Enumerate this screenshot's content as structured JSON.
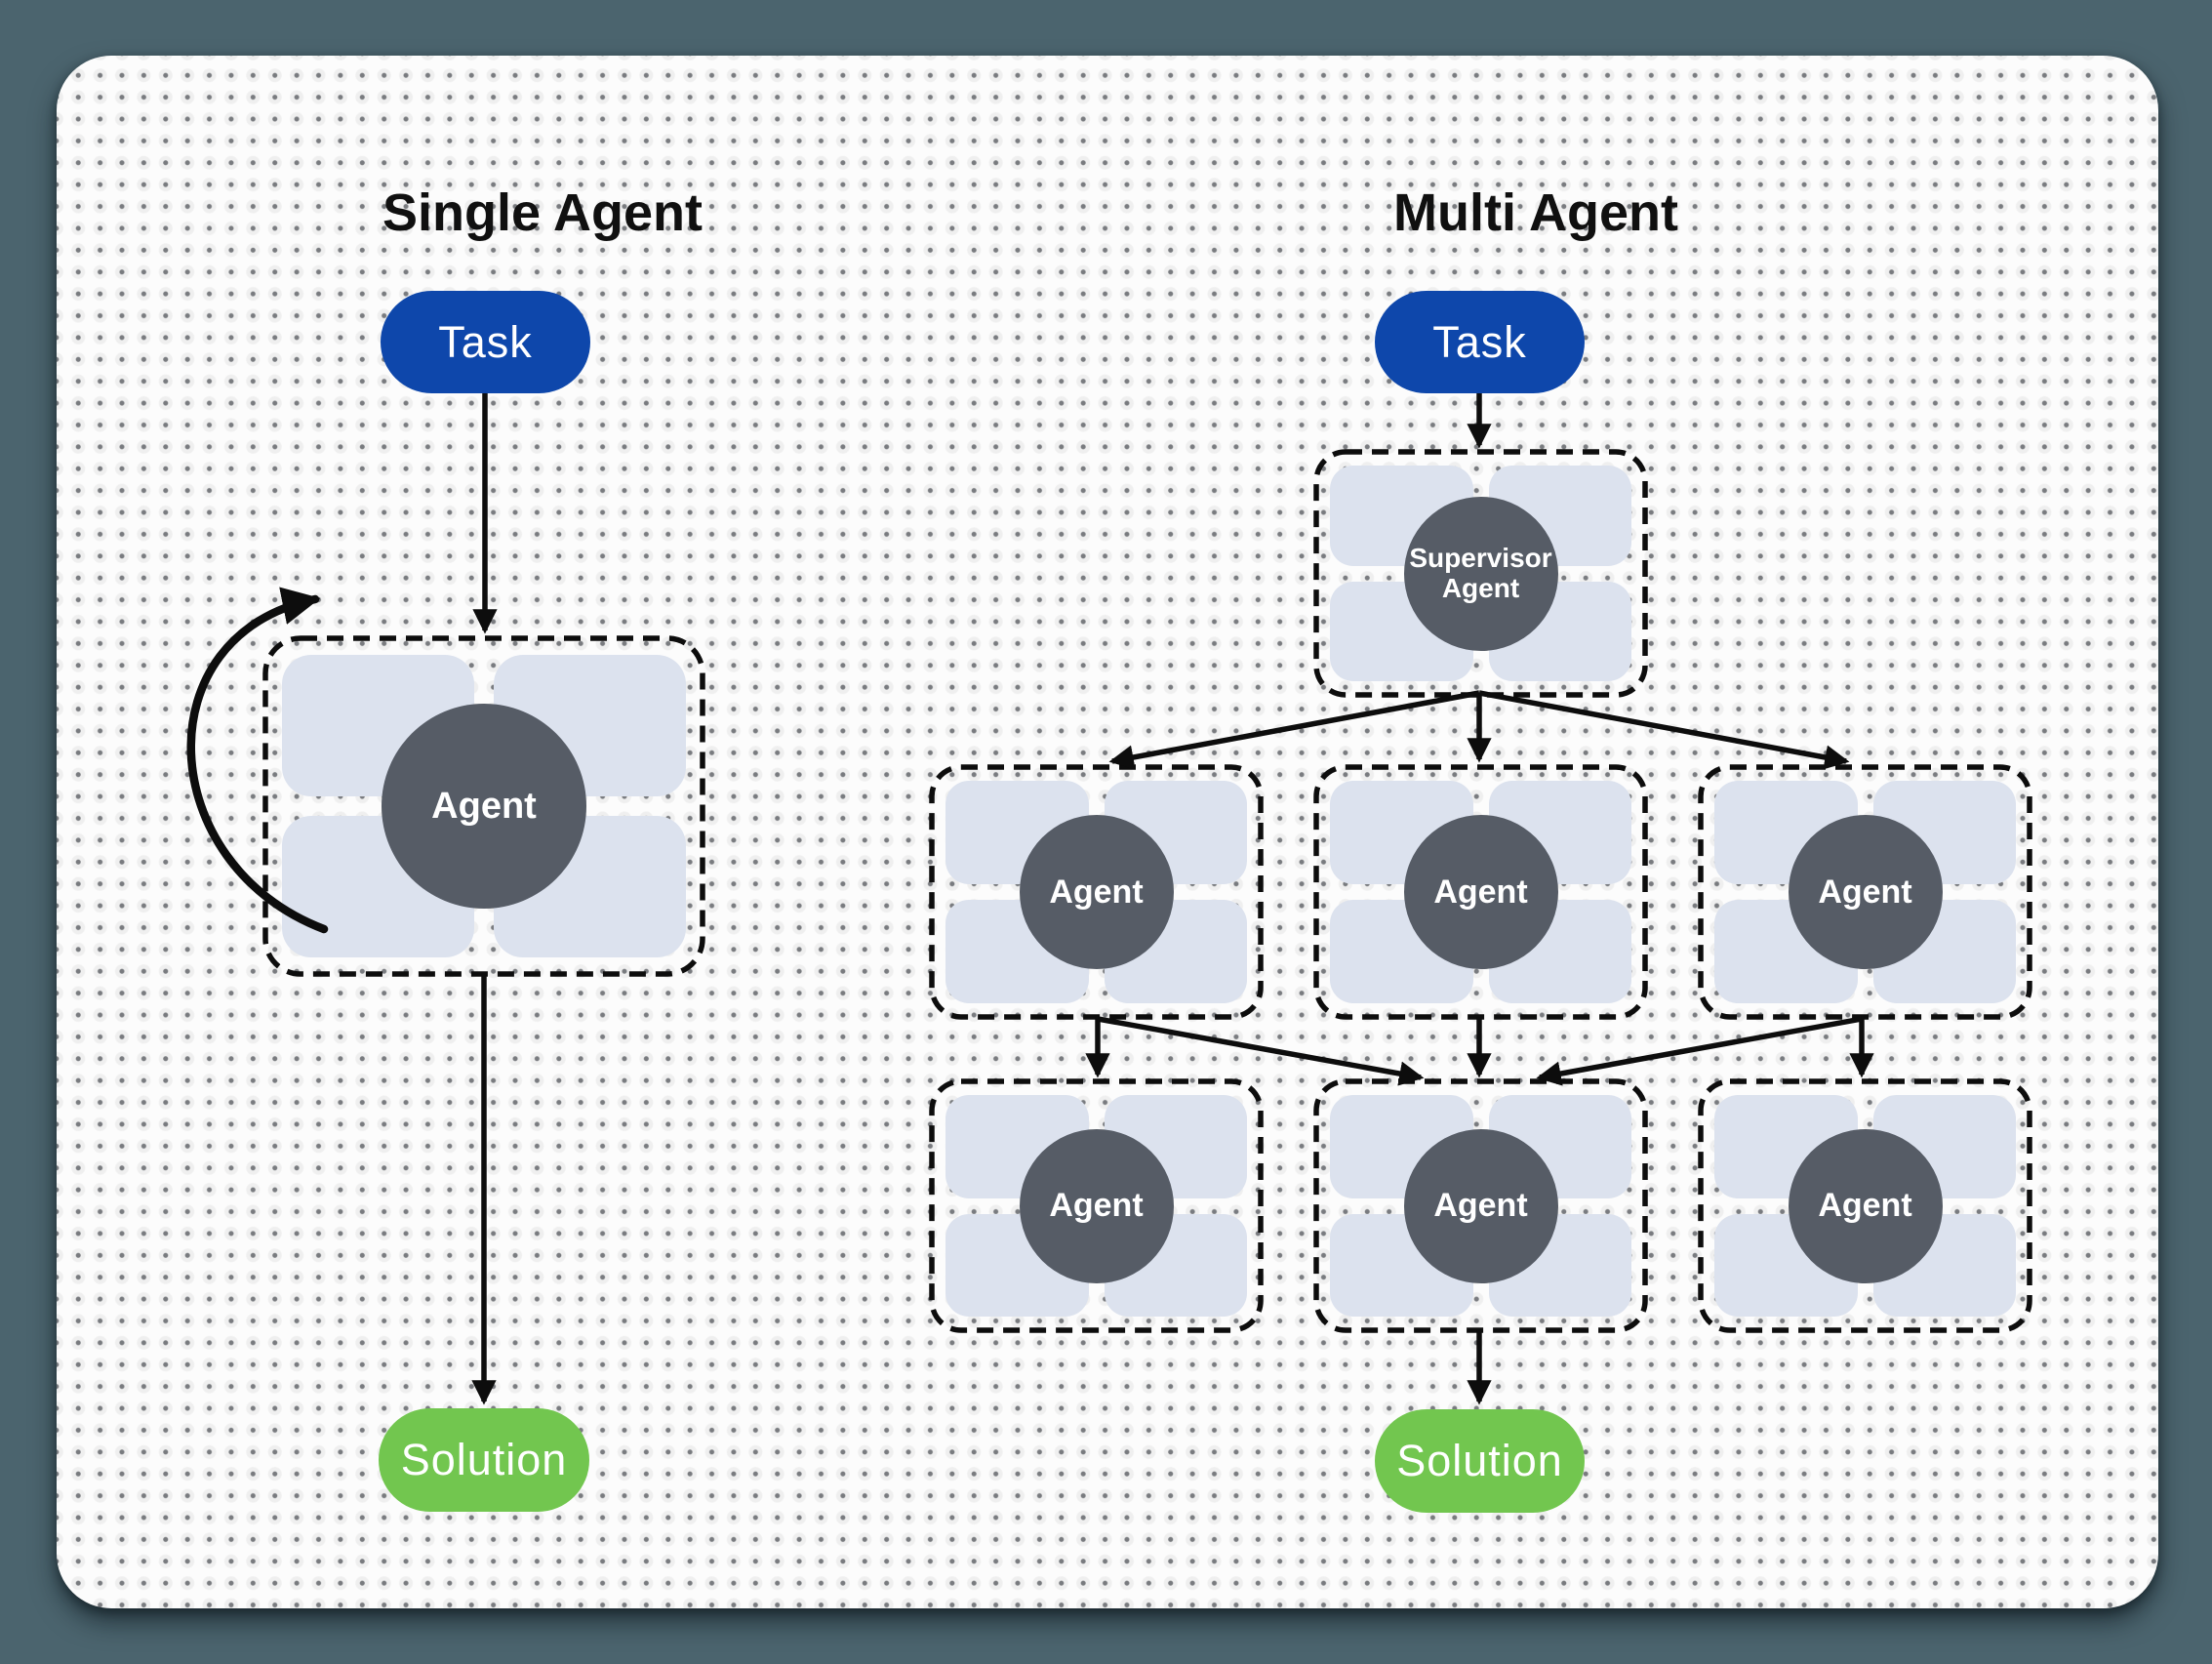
{
  "canvas": {
    "outer_background": "#4b646e",
    "card_background": "#fcfcfc"
  },
  "colors": {
    "task_fill": "#0e47ab",
    "solution_fill": "#72c64f",
    "agent_circle_fill": "#565c66",
    "tool_tile_fill": "#dce2ee",
    "connector_stroke": "#0d0d0d",
    "title_text": "#101010",
    "node_text": "#ffffff"
  },
  "single_agent": {
    "title": "Single Agent",
    "task_label": "Task",
    "agent_label": "Agent",
    "solution_label": "Solution"
  },
  "multi_agent": {
    "title": "Multi Agent",
    "task_label": "Task",
    "supervisor_label": "Supervisor Agent",
    "workers_row1": [
      "Agent",
      "Agent",
      "Agent"
    ],
    "workers_row2": [
      "Agent",
      "Agent",
      "Agent"
    ],
    "solution_label": "Solution"
  }
}
